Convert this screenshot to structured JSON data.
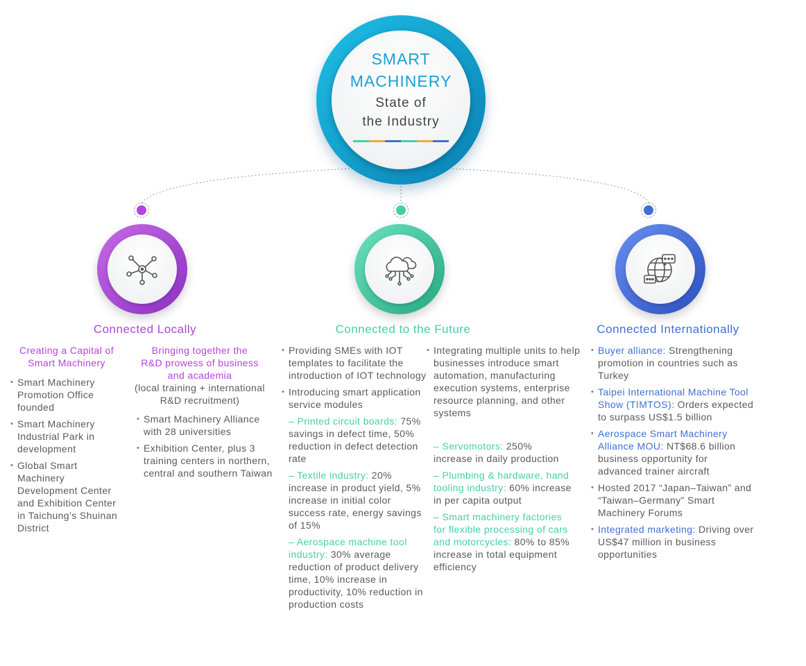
{
  "hub": {
    "title_line1": "SMART",
    "title_line2": "MACHINERY",
    "subtitle_line1": "State of",
    "subtitle_line2": "the Industry",
    "bar_colors": [
      "#45cfa6",
      "#f2a73b",
      "#3d6fd4",
      "#45cfa6",
      "#f2a73b",
      "#3d6fd4"
    ]
  },
  "colors": {
    "local": "#b044dc",
    "future": "#45cfa6",
    "international": "#3d6fd4",
    "hub": "#1aa0d6"
  },
  "branches": {
    "local": {
      "icon": "network-hub-icon",
      "heading": "Connected Locally",
      "col1": {
        "title": "Creating a Capital of Smart Machinery",
        "items": [
          "Smart Machinery Promotion Office founded",
          "Smart Machinery Industrial Park in development",
          "Global Smart Machinery Development Center and Exhibition Center in Taichung’s Shuinan District"
        ]
      },
      "col2": {
        "title": "Bringing together the R&D prowess of business and academia",
        "note": "(local training + international R&D recruitment)",
        "items": [
          "Smart Machinery Alliance with 28 universities",
          "Exhibition Center, plus 3 training centers in northern, central and southern Taiwan"
        ]
      }
    },
    "future": {
      "icon": "cloud-circuit-icon",
      "heading": "Connected to the Future",
      "col1": {
        "bullets": [
          "Providing SMEs with IOT templates to facilitate the introduction of IOT technology",
          "Introducing smart application service modules"
        ],
        "subs": [
          {
            "label": "– Printed circuit boards:",
            "text": " 75% savings in defect time, 50% reduction in defect detection rate"
          },
          {
            "label": "– Textile industry:",
            "text": " 20% increase in product yield, 5% increase in initial color success rate, energy savings of 15%"
          },
          {
            "label": "– Aerospace machine tool industry:",
            "text": " 30% average reduction of product delivery time, 10% increase in productivity, 10% reduction in production costs"
          }
        ]
      },
      "col2": {
        "bullets": [
          "Integrating multiple units to help businesses introduce smart automation, manufacturing execution systems, enterprise resource planning, and other systems"
        ],
        "subs": [
          {
            "label": "– Servomotors:",
            "text": " 250% increase in daily production"
          },
          {
            "label": "– Plumbing & hardware, hand tooling industry:",
            "text": " 60% increase in per capita output"
          },
          {
            "label": "– Smart machinery factories for flexible processing of cars and motorcycles:",
            "text": " 80% to 85% increase in total equipment efficiency"
          }
        ]
      }
    },
    "international": {
      "icon": "globe-chat-icon",
      "heading": "Connected Internationally",
      "items": [
        {
          "label": "Buyer alliance:",
          "text": " Strengthening promotion in countries such as Turkey"
        },
        {
          "label": "Taipei International Machine Tool Show (TIMTOS):",
          "text": " Orders expected to surpass US$1.5 billion"
        },
        {
          "label": "Aerospace Smart Machinery Alliance MOU:",
          "text": " NT$68.6 billion business opportunity for advanced trainer aircraft"
        },
        {
          "label": "",
          "text": "Hosted 2017 “Japan–Taiwan” and “Taiwan–Germany” Smart Machinery Forums"
        },
        {
          "label": "Integrated marketing:",
          "text": " Driving over US$47 million in business opportunities"
        }
      ]
    }
  }
}
